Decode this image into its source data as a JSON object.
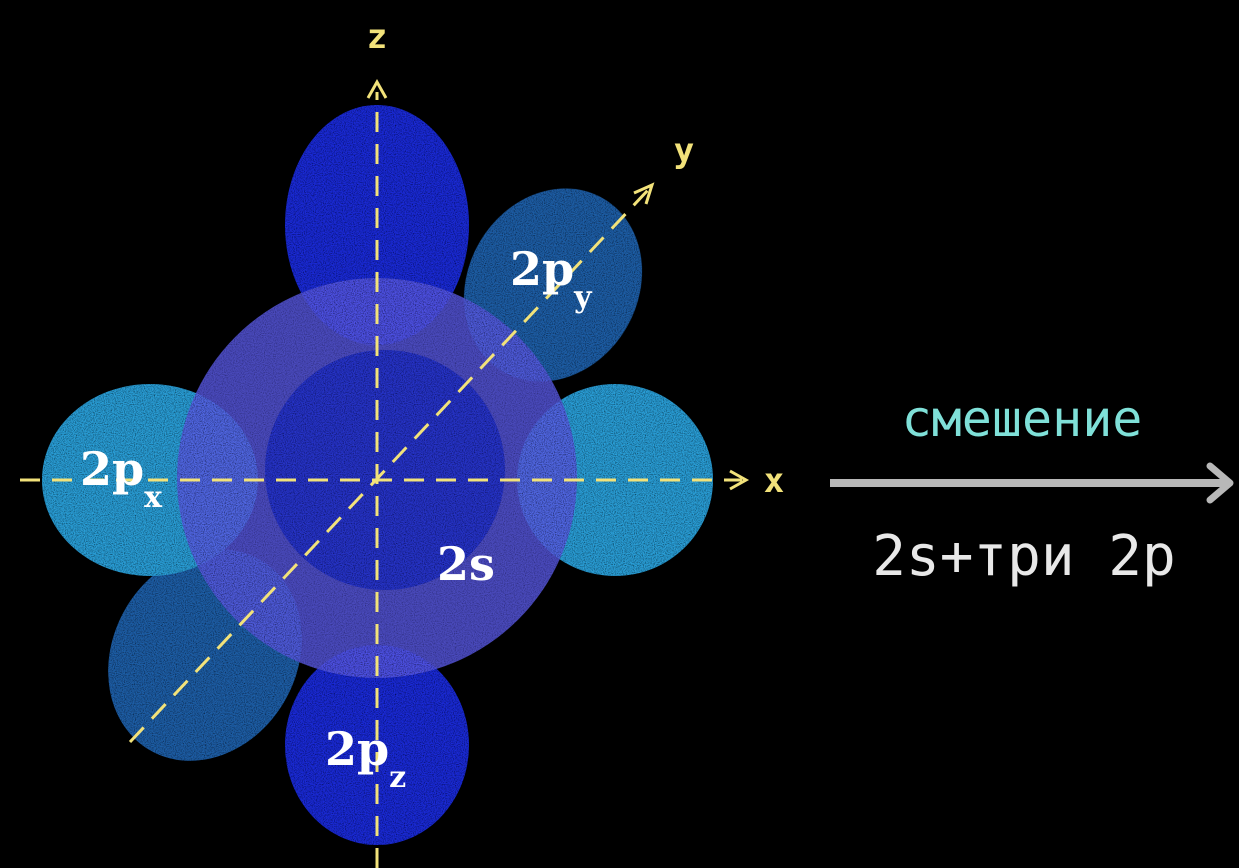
{
  "axes": {
    "x": "x",
    "y": "y",
    "z": "z"
  },
  "orbitals": {
    "px": {
      "main": "2p",
      "sub": "x"
    },
    "py": {
      "main": "2p",
      "sub": "y"
    },
    "pz": {
      "main": "2p",
      "sub": "z"
    },
    "s": "2s"
  },
  "process": {
    "top_label": "смешение",
    "bottom_label": "2s+три 2p"
  },
  "colors": {
    "background": "#000000",
    "axis": "#f2e27a",
    "pz_lobe": "#1a2bd8",
    "py_lobe": "#1f5fa8",
    "px_lobe": "#2a9fd8",
    "s_sphere": "#5a5ae6",
    "s_inner": "#1b2ccc",
    "top_label": "#7fe0d8",
    "bottom_label": "#e8e8e8",
    "arrow": "#b8b8b8"
  }
}
